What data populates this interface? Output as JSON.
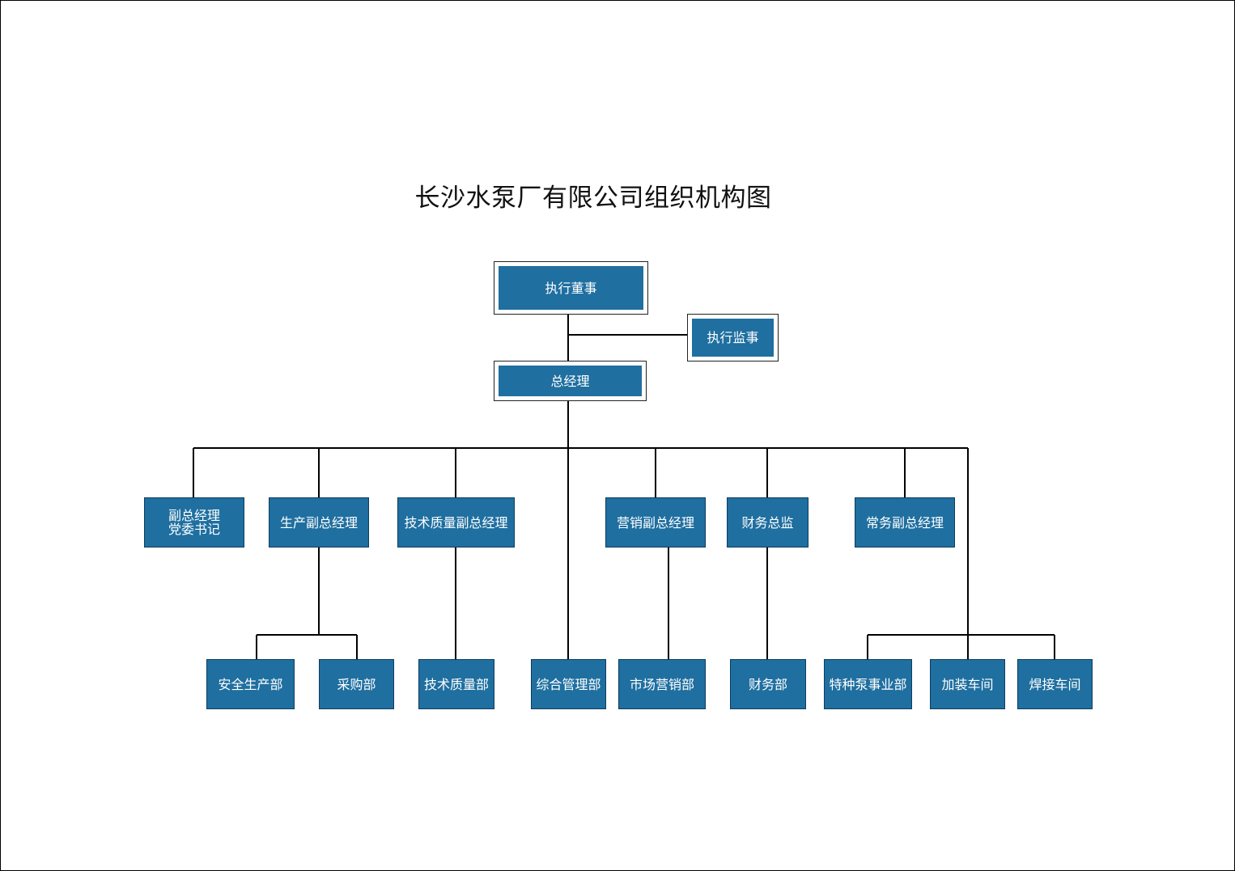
{
  "title": "长沙水泵厂有限公司组织机构图",
  "colors": {
    "node_fill": "#1f6fa0",
    "node_text": "#ffffff",
    "line": "#000000"
  },
  "nodes": {
    "board": "执行董事",
    "supervisor": "执行监事",
    "gm": "总经理",
    "deputy_party": "副总经理\n党委书记",
    "production_vp": "生产副总经理",
    "tech_quality_vp": "技术质量副总经理",
    "sales_vp": "营销副总经理",
    "finance_director": "财务总监",
    "executive_vp": "常务副总经理",
    "safety_dept": "安全生产部",
    "purchasing_dept": "采购部",
    "tech_quality_dept": "技术质量部",
    "admin_dept": "综合管理部",
    "marketing_dept": "市场营销部",
    "finance_dept": "财务部",
    "special_pump_division": "特种泵事业部",
    "assembly_workshop": "加装车间",
    "welding_workshop": "焊接车间"
  }
}
